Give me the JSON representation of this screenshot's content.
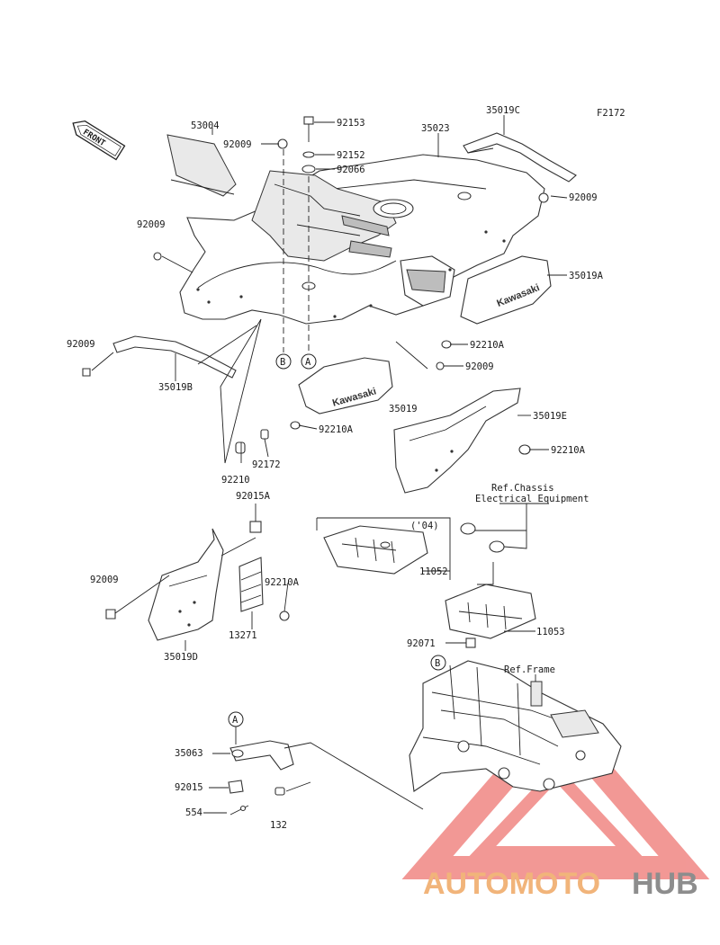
{
  "diagram_code": "F2172",
  "front_arrow": "FRONT",
  "parts": {
    "p53004": "53004",
    "p92009_top": "92009",
    "p92153": "92153",
    "p92152": "92152",
    "p92066": "92066",
    "p35023": "35023",
    "p35019C": "35019C",
    "p92009_right": "92009",
    "p92009_left": "92009",
    "p35019A": "35019A",
    "p92009_far_left": "92009",
    "p35019B": "35019B",
    "p92210A_a": "92210A",
    "p92009_mid": "92009",
    "p35019": "35019",
    "p35019E": "35019E",
    "p92210A_b": "92210A",
    "p92210A_c": "92210A",
    "p92210": "92210",
    "p92172": "92172",
    "p92015A": "92015A",
    "p92009_lower": "92009",
    "p92210A_d": "92210A",
    "p13271": "13271",
    "p35019D": "35019D",
    "p11052": "11052",
    "p04": "('04)",
    "p11053": "11053",
    "p92071": "92071",
    "p35063": "35063",
    "p92015": "92015",
    "p554": "554",
    "p132": "132"
  },
  "references": {
    "chassis_line1": "Ref.Chassis",
    "chassis_line2": "Electrical Equipment",
    "frame": "Ref.Frame"
  },
  "callouts": {
    "a": "A",
    "b": "B"
  },
  "decals": {
    "brand": "Kawasaki"
  },
  "watermark": {
    "part1": "AUTOMOTO",
    "part2": "HUB",
    "color_accent": "#f1b47a",
    "color_gray": "#8d8d8d",
    "triangle_color": "#e8443f"
  }
}
